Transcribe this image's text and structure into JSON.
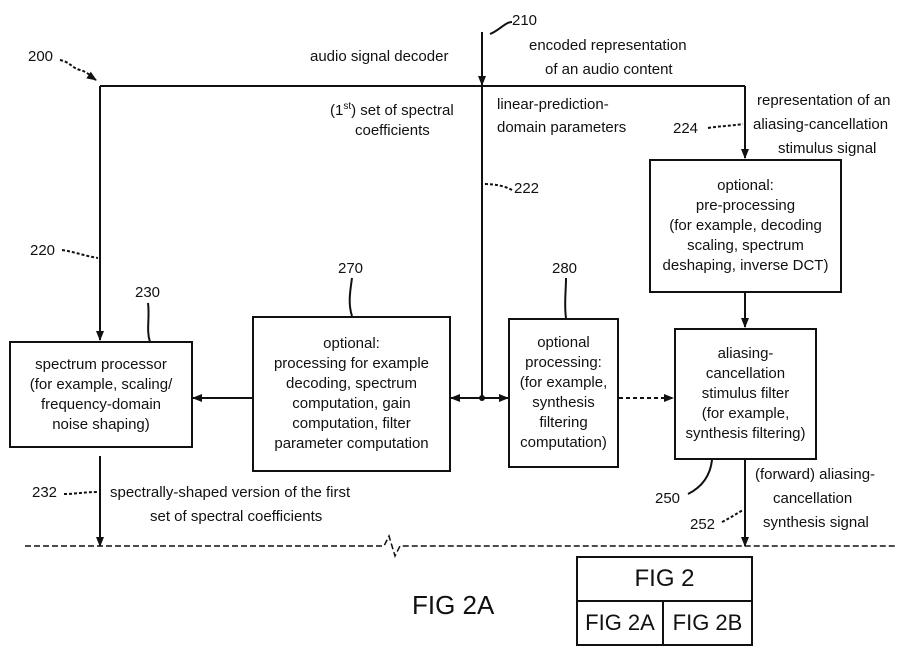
{
  "header": {
    "ref_decoder": "200",
    "decoder_label": "audio signal decoder",
    "ref_input": "210",
    "input_label_1": "encoded representation",
    "input_label_2": "of an audio content"
  },
  "signals": {
    "spectral_coeff_1": "(1st) set of spectral",
    "spectral_coeff_sup_base": "(1",
    "spectral_coeff_sup": "st",
    "spectral_coeff_rest": ") set of spectral",
    "spectral_coeff_2": "coefficients",
    "lp_params_1": "linear-prediction-",
    "lp_params_2": "domain parameters",
    "acs_rep_1": "representation of an",
    "acs_rep_2": "aliasing-cancellation",
    "acs_rep_3": "stimulus signal",
    "shaped_1": "spectrally-shaped version of the first",
    "shaped_2": "set of spectral coefficients",
    "acs_out_1": "(forward) aliasing-",
    "acs_out_2": "cancellation",
    "acs_out_3": "synthesis signal"
  },
  "refs": {
    "r220": "220",
    "r222": "222",
    "r224": "224",
    "r230": "230",
    "r232": "232",
    "r250": "250",
    "r252": "252",
    "r270": "270",
    "r280": "280"
  },
  "blocks": {
    "spectrum_processor": [
      "spectrum processor",
      "(for example, scaling/",
      "frequency-domain",
      "noise shaping)"
    ],
    "optional_270": [
      "optional:",
      "processing for example",
      "decoding, spectrum",
      "computation, gain",
      "computation, filter",
      "parameter computation"
    ],
    "optional_280": [
      "optional",
      "processing:",
      "(for example,",
      "synthesis",
      "filtering",
      "computation)"
    ],
    "preprocessing": [
      "optional:",
      "pre-processing",
      "(for example, decoding",
      "scaling, spectrum",
      "deshaping, inverse DCT)"
    ],
    "aliasing_filter": [
      "aliasing-",
      "cancellation",
      "stimulus filter",
      "(for example,",
      "synthesis filtering)"
    ]
  },
  "figure": {
    "caption": "FIG 2A",
    "layout_title": "FIG 2",
    "layout_left": "FIG 2A",
    "layout_right": "FIG 2B"
  }
}
